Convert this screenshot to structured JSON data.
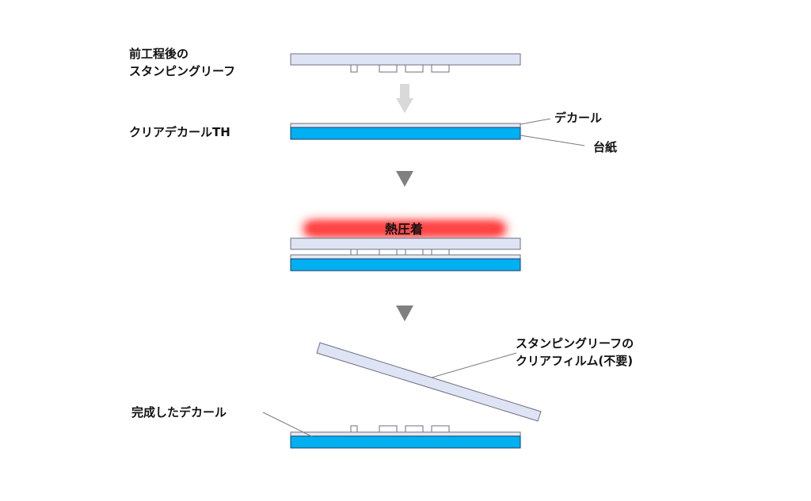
{
  "steps": {
    "step1_label_line1": "前工程後の",
    "step1_label_line2": "スタンピングリーフ",
    "step2_label": "クリアデカールTH",
    "decal_label": "デカール",
    "base_paper_label": "台紙",
    "heat_label": "熱圧着",
    "film_label_line1": "スタンピングリーフの",
    "film_label_line2": "クリアフィルム(不要)",
    "result_label": "完成したデカール"
  },
  "colors": {
    "film": "#dfe4f5",
    "film_border": "#6d6f82",
    "base_paper": "#00b0f0",
    "base_paper_border": "#1a3d6b",
    "decal_layer": "#e7eaf3",
    "arrow_light": "#d9d9d9",
    "arrow_dark": "#808080",
    "heat": "#ff2020",
    "leader_line": "#7a7a7a"
  }
}
